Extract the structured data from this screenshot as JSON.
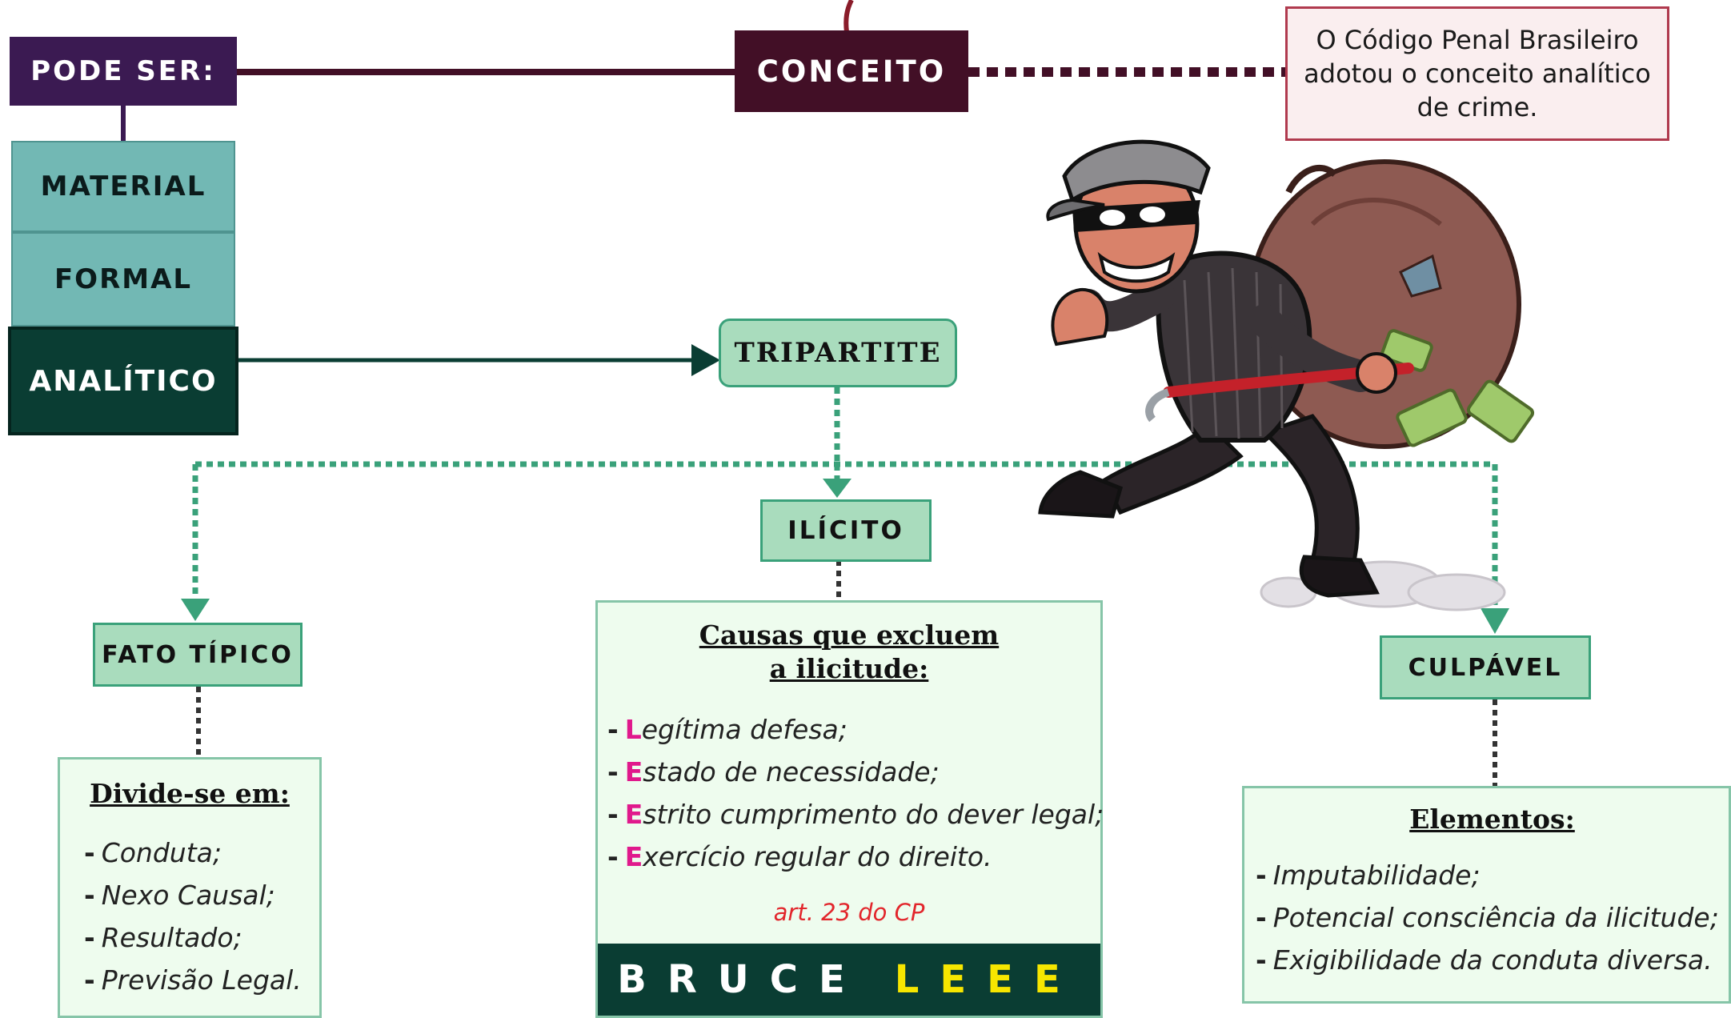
{
  "top": {
    "pode_ser": "PODE SER:",
    "conceito": "CONCEITO",
    "note": "O Código Penal Brasileiro adotou o conceito analítico de crime."
  },
  "types": {
    "material": "MATERIAL",
    "formal": "FORMAL",
    "analitico": "ANALÍTICO"
  },
  "tripartite": "TRIPARTITE",
  "fato_tipico": {
    "label": "FATO TÍPICO",
    "heading": "Divide-se em:",
    "items": [
      "Conduta;",
      "Nexo Causal;",
      "Resultado;",
      "Previsão Legal."
    ]
  },
  "ilicito": {
    "label": "ILÍCITO",
    "heading_line1": "Causas que excluem",
    "heading_line2": "a ilicitude:",
    "items": [
      {
        "initial": "L",
        "rest": "egítima defesa;"
      },
      {
        "initial": "E",
        "rest": "stado de necessidade;"
      },
      {
        "initial": "E",
        "rest": "strito cumprimento do dever legal;"
      },
      {
        "initial": "E",
        "rest": "xercício regular do direito."
      }
    ],
    "reference": "art. 23 do CP",
    "mnemonic_word1": "BRUCE",
    "mnemonic_word2": "LEEE"
  },
  "culpavel": {
    "label": "CULPÁVEL",
    "heading": "Elementos:",
    "items": [
      "Imputabilidade;",
      "Potencial consciência da ilicitude;",
      "Exigibilidade da conduta diversa."
    ]
  },
  "colors": {
    "purple": "#3b1a52",
    "maroon": "#420f26",
    "teal": "#72b8b4",
    "dark_teal": "#0a3d33",
    "green_box": "#a9dcbd",
    "green_line": "#3aa17a",
    "pink": "#e0198c",
    "red": "#e2262c",
    "yellow": "#f7e600"
  },
  "illustration": "burglar-running-with-money-bag"
}
